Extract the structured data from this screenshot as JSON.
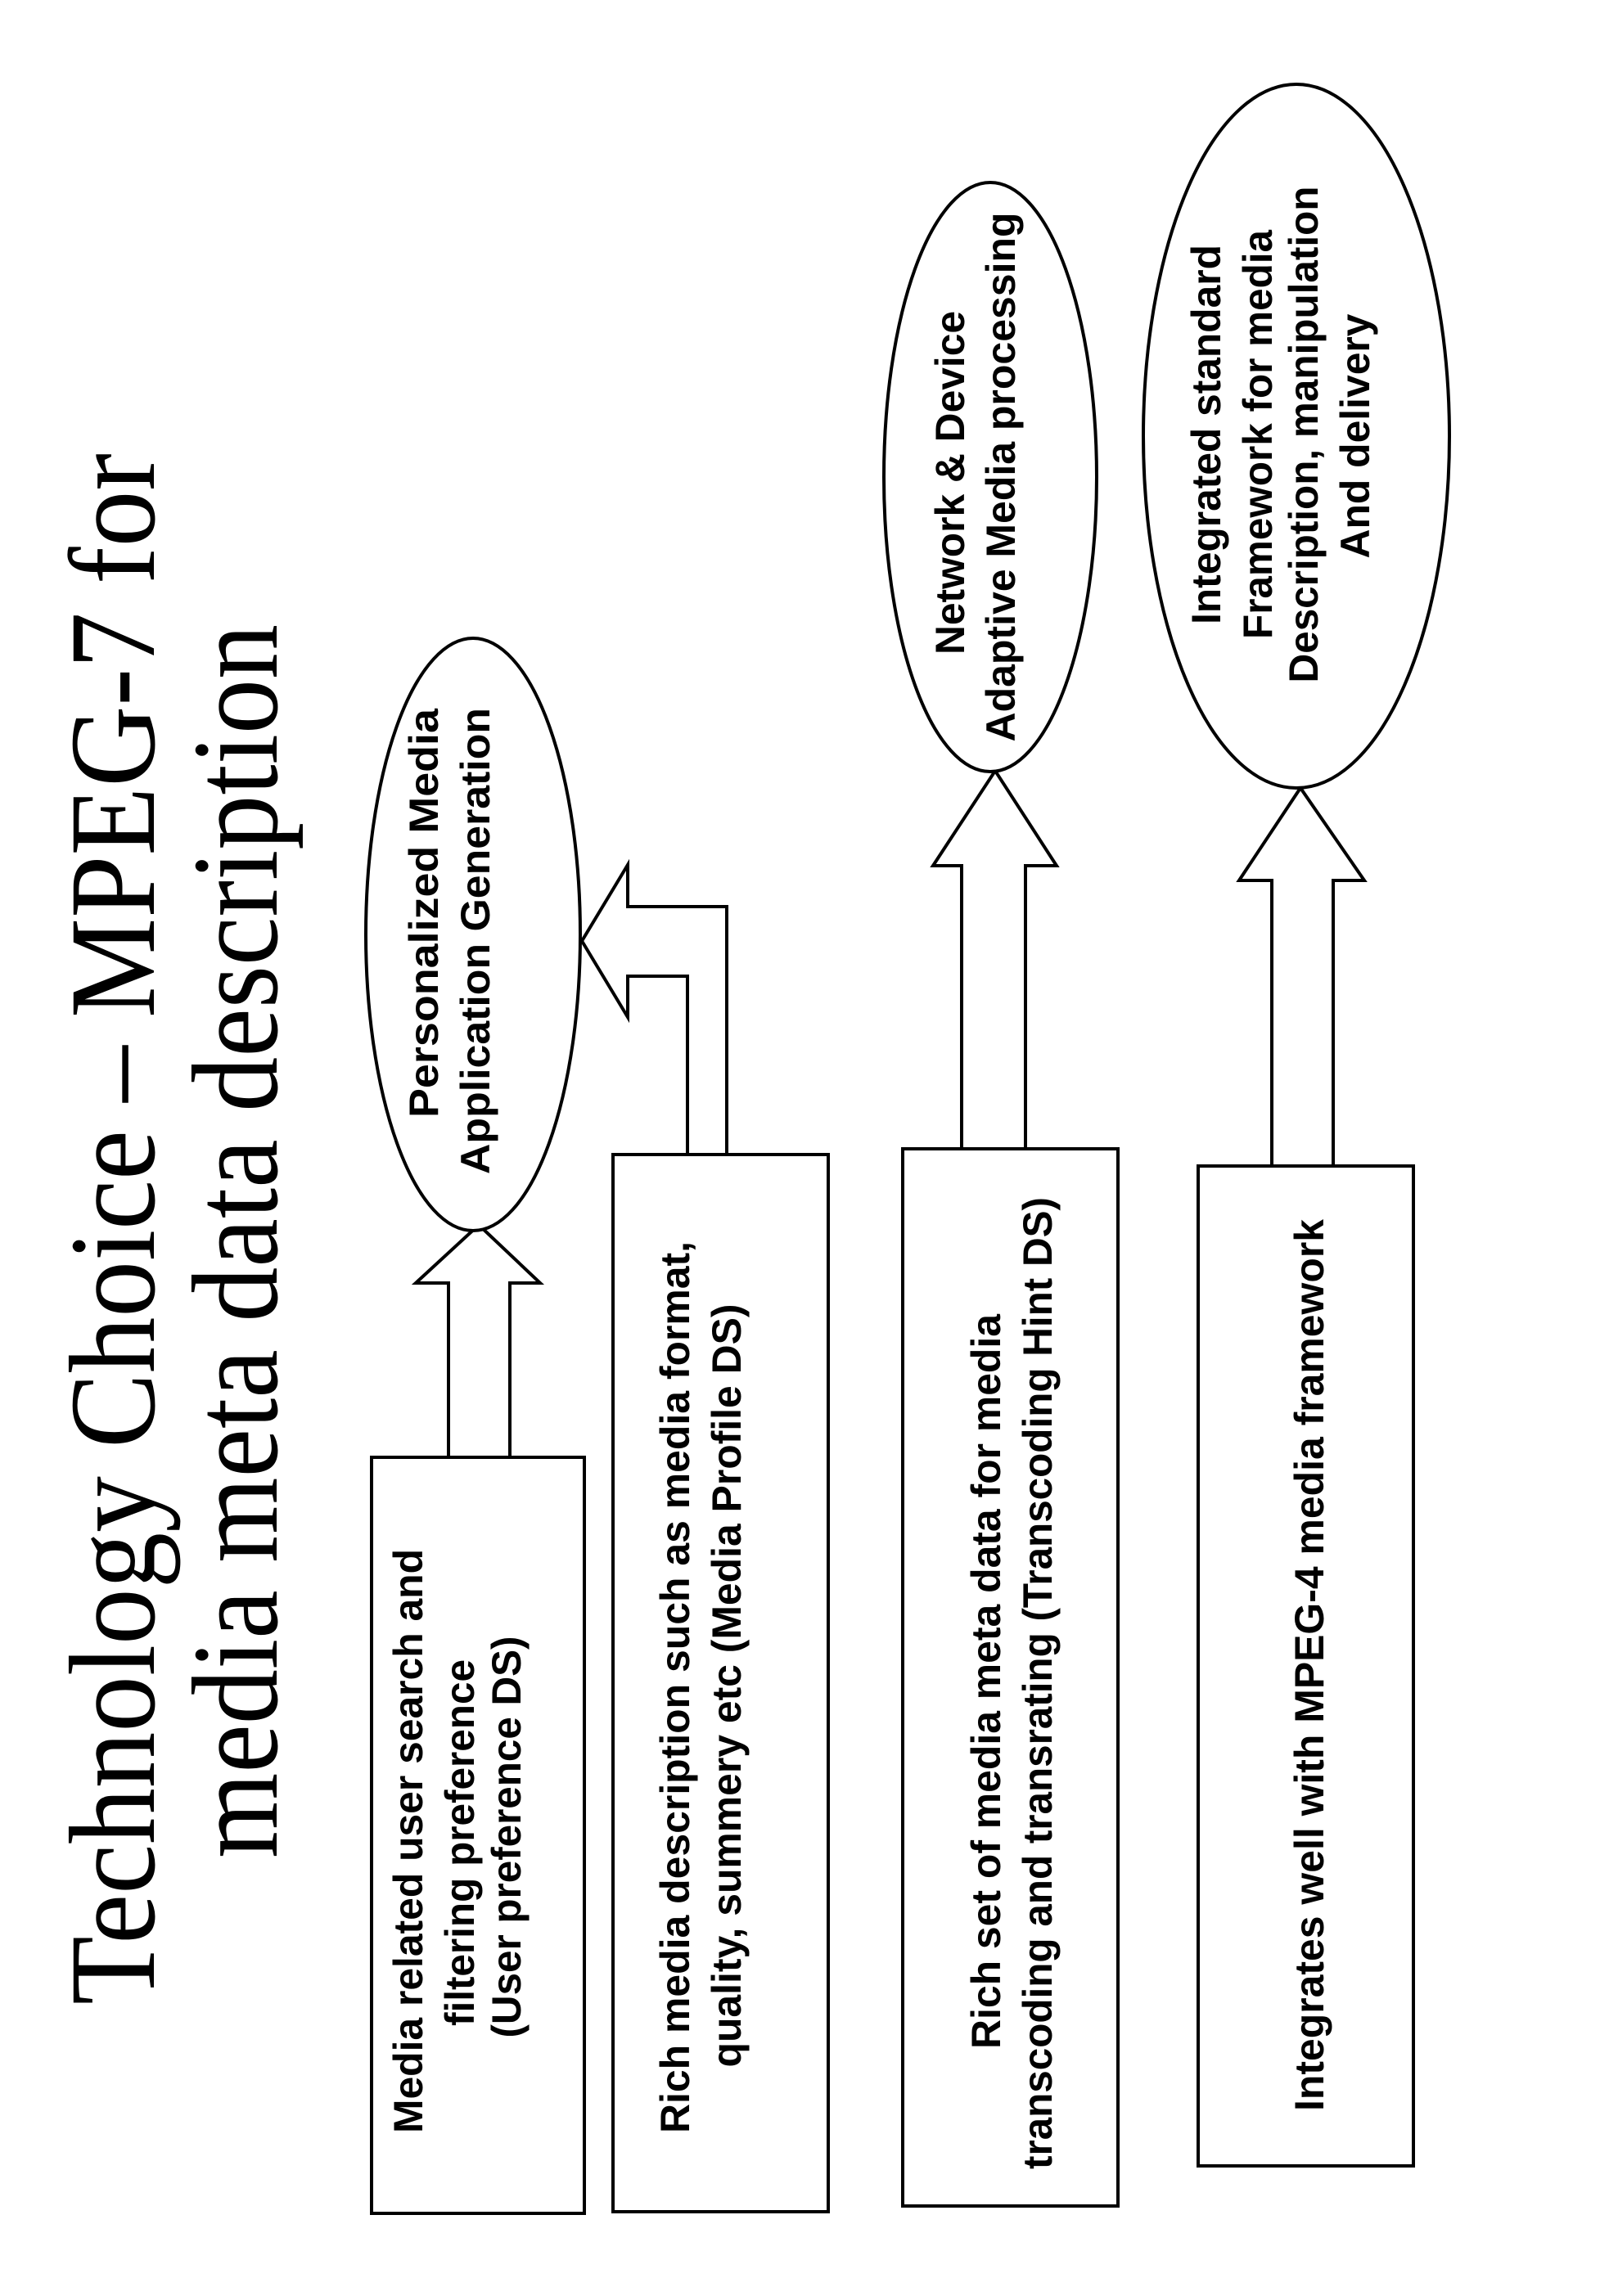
{
  "title": {
    "line1": "Technology Choice – MPEG-7 for",
    "line2": "media meta data description"
  },
  "boxes": [
    {
      "lines": [
        "Media related user search and",
        "filtering preference",
        "(User preference DS)"
      ]
    },
    {
      "lines": [
        "Rich media description such as media format,",
        "quality, summery etc (Media Profile DS)"
      ]
    },
    {
      "lines": [
        "Rich set of media meta data for media",
        "transcoding and transrating (Transcoding Hint DS)"
      ]
    },
    {
      "lines": [
        "Integrates well with MPEG-4 media framework"
      ]
    }
  ],
  "ellipses": [
    {
      "lines": [
        "Personalized Media",
        "Application Generation"
      ]
    },
    {
      "lines": [
        "Network & Device",
        "Adaptive Media processing"
      ]
    },
    {
      "lines": [
        "Integrated standard",
        "Framework for media",
        "Description, manipulation",
        "And delivery"
      ]
    }
  ],
  "colors": {
    "stroke": "#000000",
    "background": "#ffffff"
  }
}
